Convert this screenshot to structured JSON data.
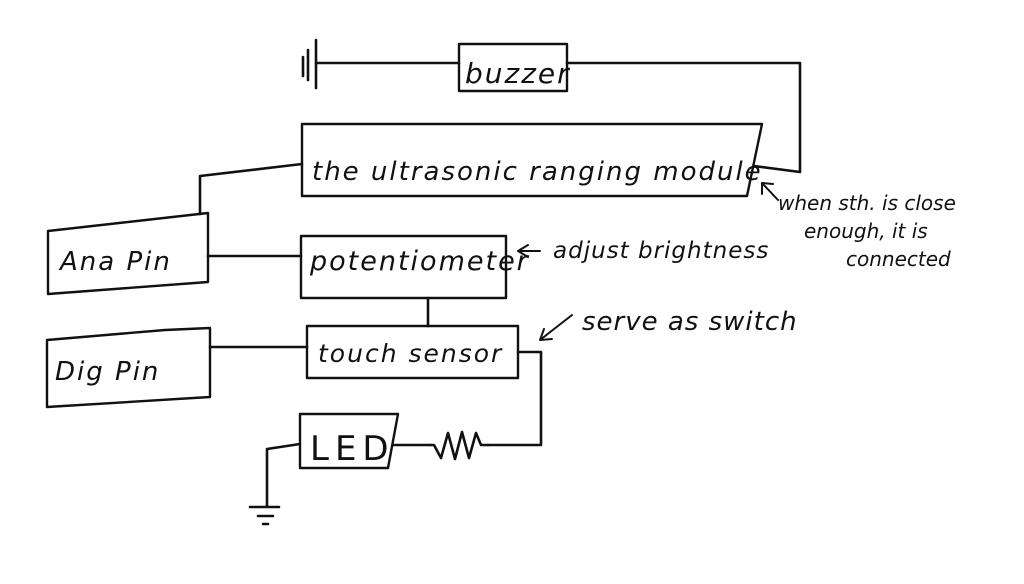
{
  "diagram": {
    "title": "",
    "components": {
      "buzzer": "buzzer",
      "ultrasonic": "the  ultrasonic  ranging  module",
      "ana_pin": "Ana   Pin",
      "potentiometer": "potentiometer",
      "dig_pin": "Dig    Pin",
      "touch_sensor": "touch   sensor",
      "led": "LED"
    },
    "annotations": {
      "ultrasonic_note": [
        "when sth. is close",
        "enough, it is",
        "connected"
      ],
      "potentiometer_note": "adjust  brightness",
      "touch_note": "serve  as  switch"
    },
    "symbols": [
      "battery-icon",
      "resistor-icon",
      "ground-icon"
    ],
    "connections": [
      [
        "battery",
        "buzzer"
      ],
      [
        "buzzer",
        "ultrasonic"
      ],
      [
        "ultrasonic",
        "ana_pin"
      ],
      [
        "ana_pin",
        "potentiometer"
      ],
      [
        "potentiometer",
        "touch_sensor"
      ],
      [
        "dig_pin",
        "touch_sensor"
      ],
      [
        "touch_sensor",
        "resistor"
      ],
      [
        "resistor",
        "led"
      ],
      [
        "led",
        "ground"
      ]
    ],
    "stroke_color": "#111111",
    "background": "#ffffff"
  }
}
